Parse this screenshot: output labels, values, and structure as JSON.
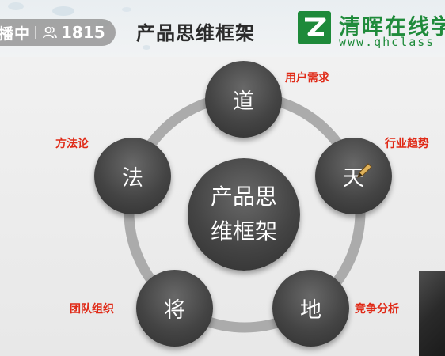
{
  "live_badge": {
    "status_text": "播中",
    "viewer_count": "1815"
  },
  "slide": {
    "title": "产品思维框架",
    "brand_name": "清晖在线学",
    "brand_url": "www.qhclass",
    "center_label_line1": "产品思",
    "center_label_line2": "维框架",
    "nodes": [
      {
        "char": "道",
        "tag": "用户需求"
      },
      {
        "char": "天",
        "tag": "行业趋势"
      },
      {
        "char": "地",
        "tag": "竞争分析"
      },
      {
        "char": "将",
        "tag": "团队组织"
      },
      {
        "char": "法",
        "tag": "方法论"
      }
    ]
  },
  "colors": {
    "node_fill": "#444444",
    "ring": "#a9a9a9",
    "tag_red": "#e02a17",
    "brand_green": "#1f8b3b"
  }
}
